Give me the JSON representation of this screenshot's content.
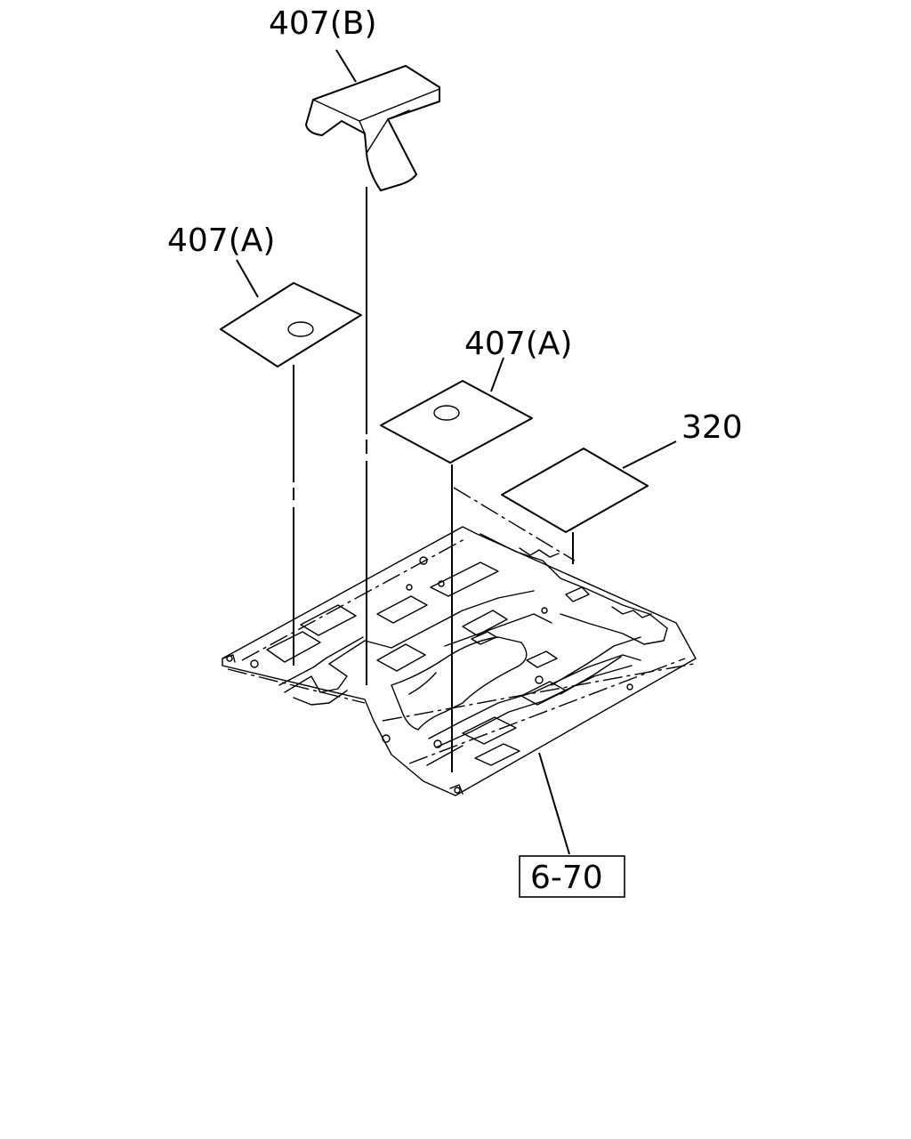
{
  "labels": {
    "insulator_b": "407(B)",
    "insulator_a_left": "407(A)",
    "insulator_a_right": "407(A)",
    "part_320": "320",
    "ref_box": "6-70"
  }
}
